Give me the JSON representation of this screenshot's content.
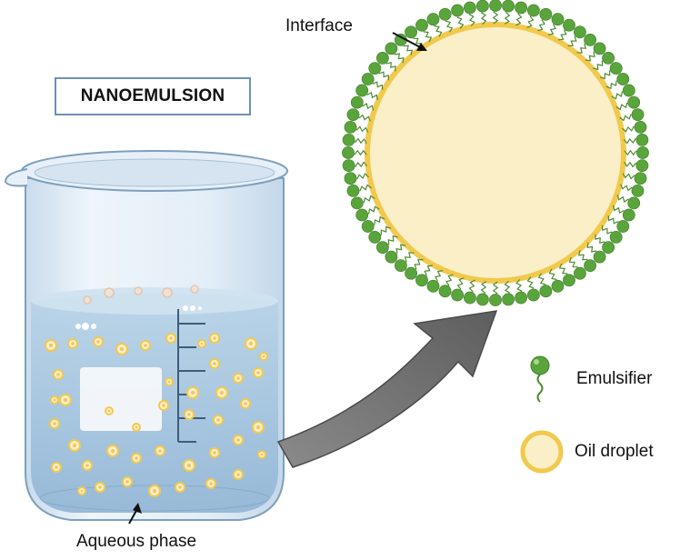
{
  "title": "NANOEMULSION",
  "labels": {
    "interface": "Interface",
    "aqueous_phase": "Aqueous phase"
  },
  "legend": [
    {
      "key": "emulsifier",
      "label": "Emulsifier",
      "icon": "emulsifier-icon"
    },
    {
      "key": "oil_droplet",
      "label": "Oil droplet",
      "icon": "oil-droplet-icon"
    }
  ],
  "colors": {
    "emulsifier_head": "#5aa43c",
    "emulsifier_head_light": "#7cc158",
    "emulsifier_tail": "#4e8a32",
    "oil_fill": "#fbefc8",
    "oil_ring": "#f1c94d",
    "liquid": "#a9c8e0",
    "glass": "#d7e6f2",
    "glass_edge": "#7e9fbc",
    "arrow": "#7d7d7d",
    "title_border": "#6f8fb4"
  }
}
